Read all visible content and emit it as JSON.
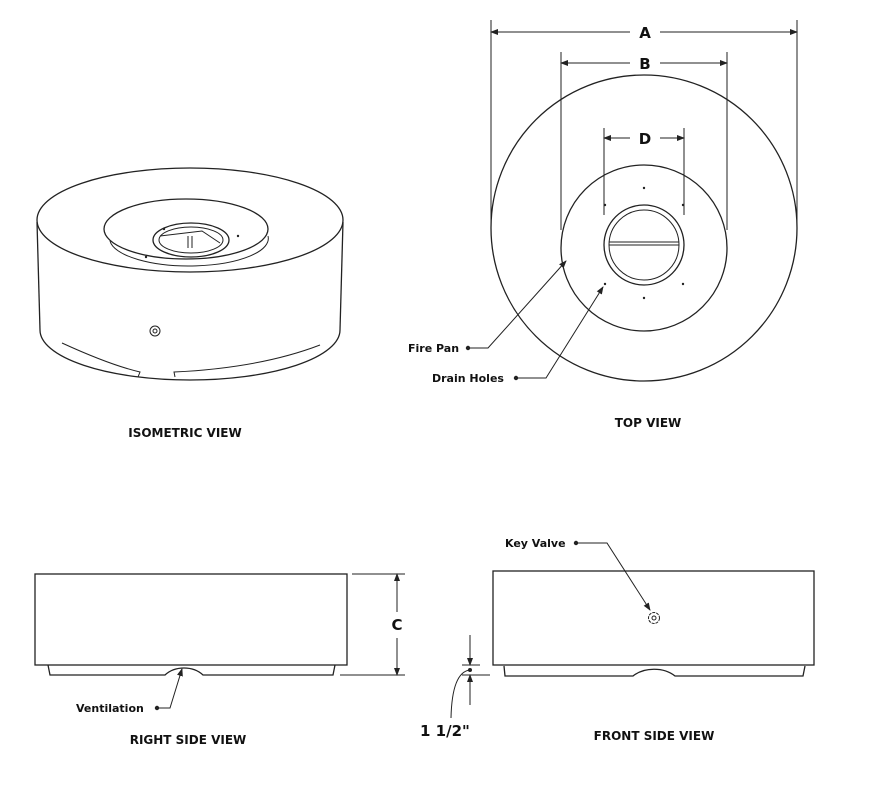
{
  "views": {
    "isometric": "ISOMETRIC VIEW",
    "top": "TOP VIEW",
    "right_side": "RIGHT SIDE VIEW",
    "front_side": "FRONT SIDE VIEW"
  },
  "dimensions": {
    "a": "A",
    "b": "B",
    "c": "C",
    "d": "D",
    "base_height": "1 1/2\""
  },
  "callouts": {
    "fire_pan": "Fire Pan",
    "drain_holes": "Drain Holes",
    "ventilation": "Ventilation",
    "key_valve": "Key Valve"
  }
}
